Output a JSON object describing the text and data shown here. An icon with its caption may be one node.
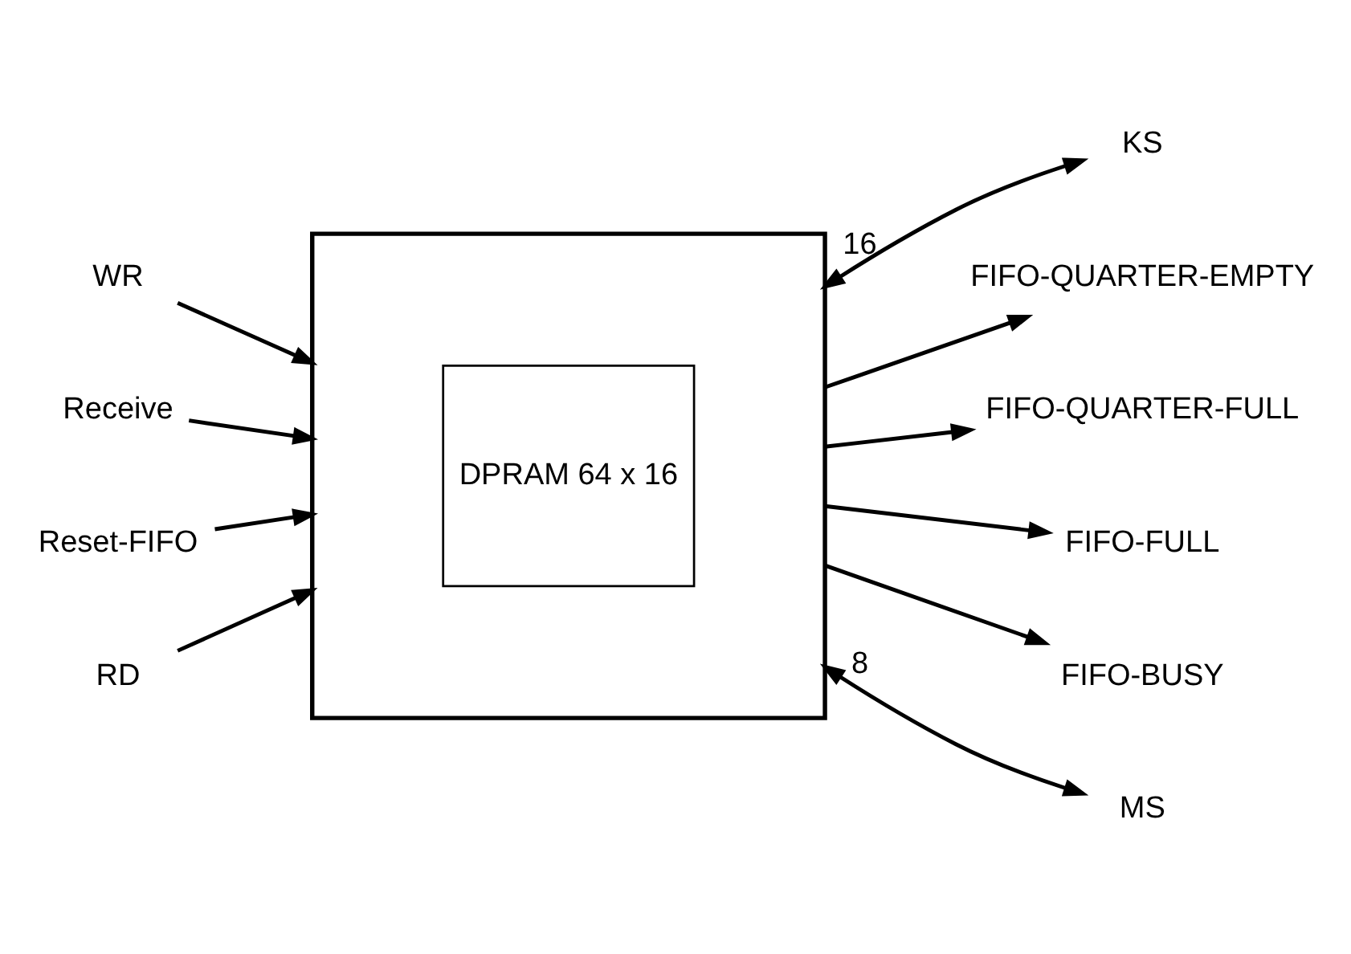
{
  "diagram": {
    "nodes": [
      {
        "text": [],
        "shape": "box"
      },
      {
        "text": [
          "DPRAM 64 x 16"
        ],
        "in": 0
      },
      {
        "text": [
          "KS"
        ]
      },
      {
        "text": [
          "WR"
        ]
      },
      {
        "text": [
          "Receive"
        ]
      },
      {
        "text": [
          "Reset-FIFO"
        ]
      },
      {
        "text": [
          "RD"
        ]
      },
      {
        "text": [
          "FIFO-QUARTER-EMPTY"
        ]
      },
      {
        "text": [
          "FIFO-QUARTER-FULL"
        ]
      },
      {
        "text": [
          "FIFO-FULL"
        ]
      },
      {
        "text": [
          "FIFO-BUSY"
        ]
      },
      {
        "text": [
          "MS"
        ]
      }
    ],
    "edges": [
      {
        "from": 0,
        "to": 2,
        "arrow": "both",
        "label": "16"
      },
      {
        "from": 3,
        "to": 0,
        "arrow": "to"
      },
      {
        "from": 4,
        "to": 0,
        "arrow": "to"
      },
      {
        "from": 5,
        "to": 0,
        "arrow": "to"
      },
      {
        "from": 6,
        "to": 0,
        "arrow": "to"
      },
      {
        "from": 0,
        "to": 7,
        "arrow": "to"
      },
      {
        "from": 0,
        "to": 8,
        "arrow": "to"
      },
      {
        "from": 0,
        "to": 9,
        "arrow": "to"
      },
      {
        "from": 0,
        "to": 10,
        "arrow": "to"
      },
      {
        "from": 0,
        "to": 11,
        "arrow": "both",
        "label": "8"
      }
    ]
  }
}
